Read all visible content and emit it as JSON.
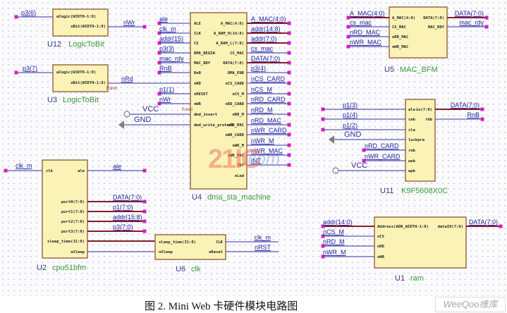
{
  "caption": "图 2. Mini Web 卡硬件模块电路图",
  "watermark": "WeeQoo维库",
  "watermark_overlay": {
    "a": "21IC",
    "b": ".com"
  },
  "colors": {
    "block_fill": "#fbf3b6",
    "block_border": "#9a6a4a",
    "wire": "#5a5ab4",
    "bus": "#8a1a2a",
    "net_label": "#2020a0",
    "pin_dot": "#d020c0",
    "designator": "#3a3a8a",
    "component_name": "#3a9a3a",
    "power": "#808080"
  },
  "components": [
    {
      "ref": "U12",
      "name": "LogicToBit",
      "inputs": [
        "aIogic(WIDTH-1:0)"
      ],
      "outputs": [
        "oBit(WIDTH-1:0)"
      ]
    },
    {
      "ref": "U3",
      "name": "LogicToBit",
      "inputs": [
        "aIogic(WIDTH-1:0)"
      ],
      "outputs": [
        "oBit(WIDTH-1:0)"
      ],
      "note": "Funct"
    },
    {
      "ref": "U4",
      "name": "dma_sta_machine",
      "inputs": [
        "ALE",
        "CLK",
        "CS",
        "DMA_BEGIN",
        "MAC_RDY",
        "RnB",
        "nRD",
        "nRESET",
        "nWR",
        "dmd_insert",
        "dmd_write_protect"
      ],
      "outputs": [
        "A_MAC(4:0)",
        "A_RAM_H(14:8)",
        "A_RAM_L(7:0)",
        "CS_MAC",
        "DATA(7:0)",
        "DMA_END",
        "nCS_CARD",
        "nCS_M",
        "nRD_CARD",
        "nRD_M",
        "nRD_MAC",
        "nWR_CARD",
        "nWR_M",
        "nWR_MAC",
        "INT",
        "nLed"
      ]
    },
    {
      "ref": "U5",
      "name": "MAC_BFM",
      "inputs": [
        "A_MAC(4:0)",
        "CS_MAC",
        "nRD_MAC",
        "nWR_MAC"
      ],
      "outputs": [
        "DATA(7:0)",
        "MAC_RDY"
      ]
    },
    {
      "ref": "U11",
      "name": "K9F5608X0C",
      "inputs": [
        "ale",
        "ceb",
        "cle",
        "lockpre",
        "reb",
        "web",
        "wpb"
      ],
      "outputs": [
        "io(7:0)",
        "rbb"
      ]
    },
    {
      "ref": "U2",
      "name": "cpu51bfm",
      "inputs": [
        "clk"
      ],
      "outputs": [
        "ale",
        "port0(7:0)",
        "port1(7:0)",
        "port2(7:0)",
        "port3(7:0)",
        "sleep_time(31:0)",
        "nSleep"
      ]
    },
    {
      "ref": "U6",
      "name": "clk",
      "inputs": [
        "sleep_time(31:0)",
        "nSleep"
      ],
      "outputs": [
        "CLK",
        "nReset"
      ]
    },
    {
      "ref": "U1",
      "name": "ram",
      "inputs": [
        "Address(ADR_WIDTH-1:0)",
        "nCS",
        "nRD",
        "nWR"
      ],
      "outputs": [
        "dataIO(7:0)"
      ]
    }
  ],
  "nets": {
    "u12_in": "p3(6)",
    "u12_out": "nWr",
    "u3_in": "p3(7)",
    "u3_out": "nRd",
    "u4_in": [
      "ale",
      "clk_m",
      "addr(15)",
      "p3(3)",
      "mac_rdy",
      "RnB",
      "",
      "p1(1)",
      "nWr"
    ],
    "u4_out": [
      "A_MAC(4:0)",
      "addr(14:8)",
      "addr(7:0)",
      "cs_mac",
      "DATA(7:0)",
      "p3(4)",
      "nCS_CARD",
      "nCS_M",
      "nRD_CARD",
      "nRD_M",
      "nRD_MAC",
      "nWR_CARD",
      "nWR_M",
      "nWR_MAC",
      "INT"
    ],
    "u5_in": [
      "A_MAC(4:0)",
      "cs_mac",
      "nRD_MAC",
      "nWR_MAC"
    ],
    "u5_out": [
      "DATA(7:0)",
      "mac_rdy"
    ],
    "u11_in": [
      "p1(3)",
      "p1(4)",
      "p1(2)",
      "GND",
      "nRD_CARD",
      "nWR_CARD",
      "VCC"
    ],
    "u11_out": [
      "DATA(7:0)",
      "RnB"
    ],
    "u2_in": "clk_m",
    "u2_out": [
      "ale",
      "DATA(7:0)",
      "p1(7:0)",
      "addr(15:8)",
      "p3(7:0)"
    ],
    "u6_out": [
      "clk_m",
      "nRST"
    ],
    "u1_in": [
      "addr(14:0)",
      "nCS_M",
      "nRD_M",
      "nWR_M"
    ],
    "u1_out": "DATA(7:0)",
    "power": {
      "vcc": "VCC",
      "gnd": "GND"
    },
    "funct_note": "Funct"
  }
}
